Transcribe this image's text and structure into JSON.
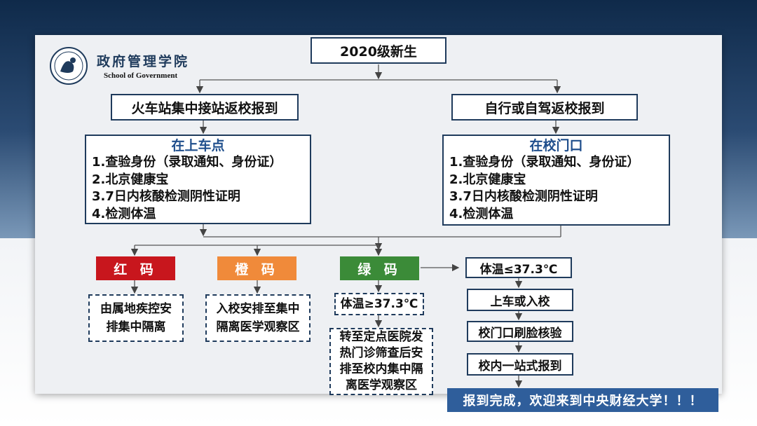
{
  "logo": {
    "name_cn": "政府管理学院",
    "name_en": "School of Government"
  },
  "flow": {
    "top": "2020级新生",
    "left_branch": "火车站集中接站返校报到",
    "right_branch": "自行或自驾返校报到",
    "left_checks": {
      "title": "在上车点",
      "items": [
        "1.查验身份（录取通知、身份证）",
        "2.北京健康宝",
        "3.7日内核酸检测阴性证明",
        "4.检测体温"
      ]
    },
    "right_checks": {
      "title": "在校门口",
      "items": [
        "1.查验身份（录取通知、身份证）",
        "2.北京健康宝",
        "3.7日内核酸检测阴性证明",
        "4.检测体温"
      ]
    },
    "codes": {
      "red": {
        "label": "红 码",
        "color": "#c8161d",
        "action": [
          "由属地疾控安",
          "排集中隔离"
        ]
      },
      "orange": {
        "label": "橙 码",
        "color": "#f08a3a",
        "action": [
          "入校安排至集中",
          "隔离医学观察区"
        ]
      },
      "green": {
        "label": "绿 码",
        "color": "#3b8b38"
      }
    },
    "green_high": {
      "condition": "体温≥37.3℃",
      "action": [
        "转至定点医院发",
        "热门诊筛查后安",
        "排至校内集中隔",
        "离医学观察区"
      ]
    },
    "green_normal": {
      "condition": "体温≤37.3℃",
      "steps": [
        "上车或入校",
        "校门口刷脸核验",
        "校内一站式报到"
      ]
    },
    "final": "报到完成，欢迎来到中央财经大学！！！"
  }
}
